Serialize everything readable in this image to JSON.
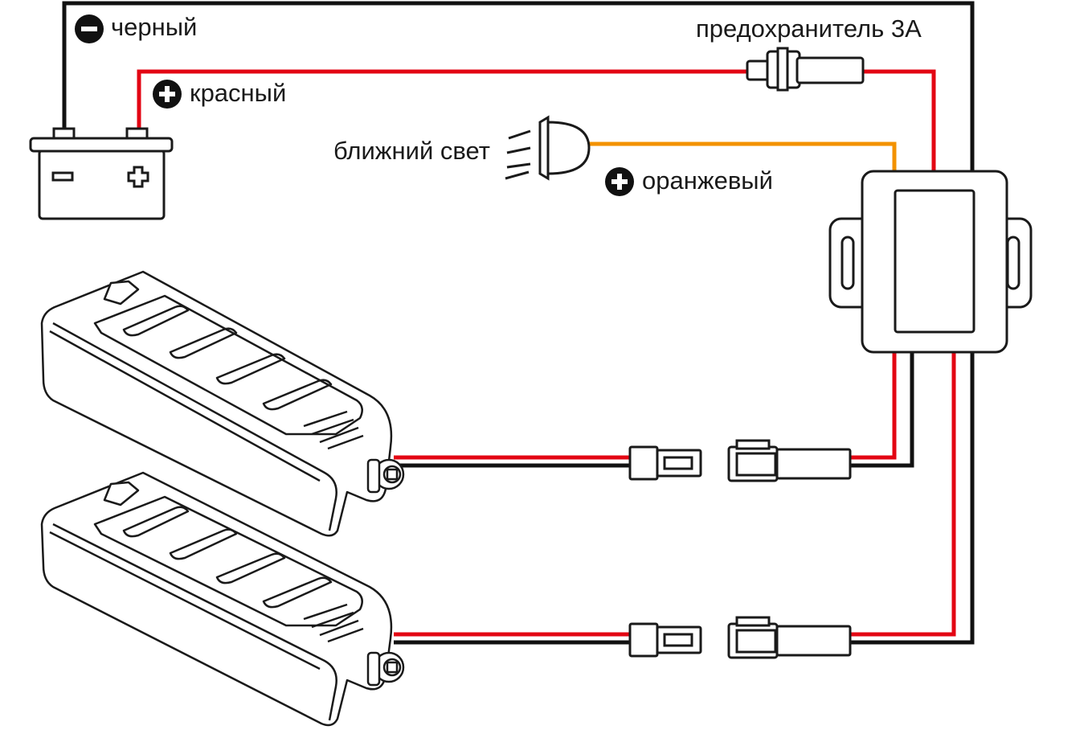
{
  "labels": {
    "black": "черный",
    "red": "красный",
    "orange": "оранжевый",
    "low_beam": "ближний свет",
    "fuse": "предохранитель 3А"
  },
  "symbols": {
    "minus": "−",
    "plus": "+"
  },
  "colors": {
    "red_wire": "#e30613",
    "black_wire": "#111111",
    "orange_wire": "#f39200",
    "outline": "#1a1a1a"
  },
  "icons": [
    "minus-badge-icon",
    "plus-badge-icon",
    "battery-icon",
    "fuse-icon",
    "headlight-icon",
    "control-box-icon",
    "drl-lamp-icon",
    "connector-icon"
  ]
}
